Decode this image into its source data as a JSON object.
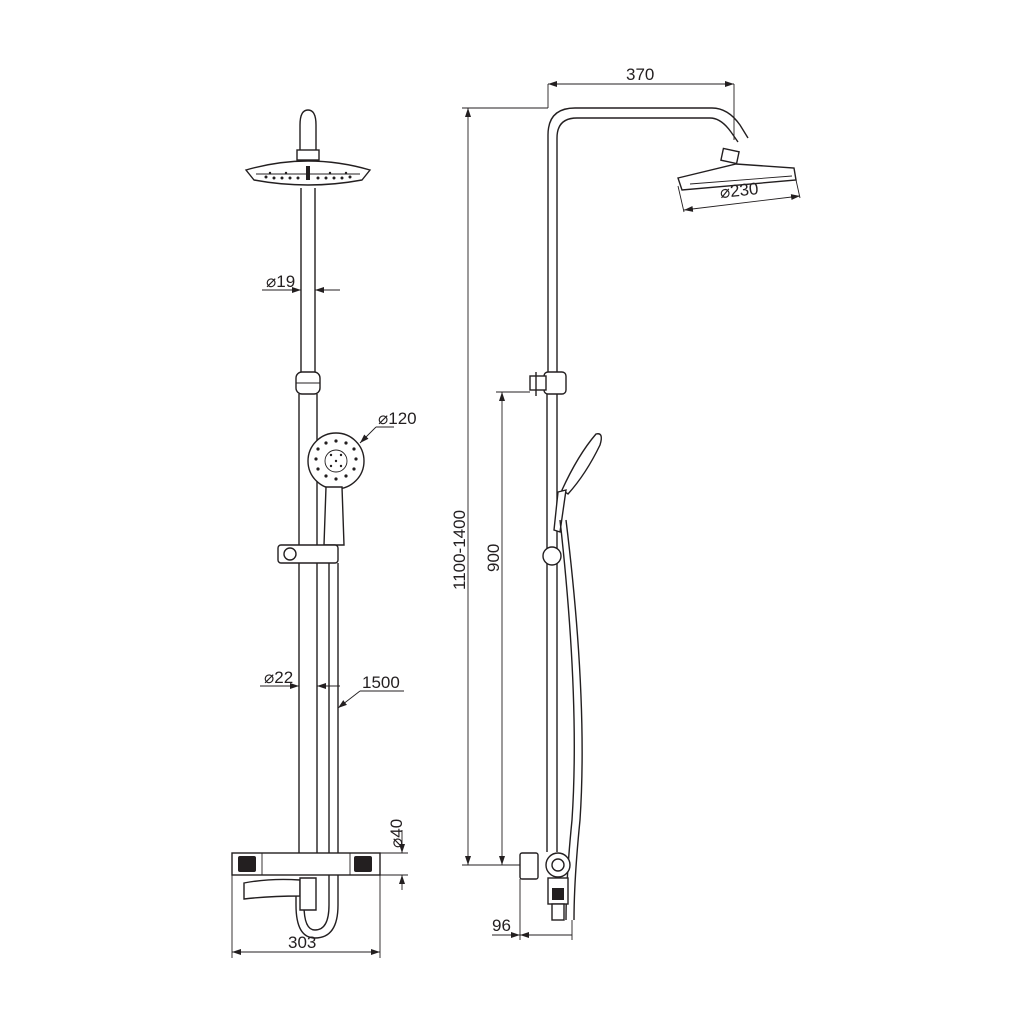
{
  "front_view": {
    "top_pipe_diameter": "⌀19",
    "handshower_diameter": "⌀120",
    "lower_pipe_diameter": "⌀22",
    "hose_length": "1500",
    "mixer_height": "⌀40",
    "mixer_width": "303"
  },
  "side_view": {
    "arm_projection": "370",
    "overhead_diameter": "⌀230",
    "total_height": "1100-1400",
    "bracket_height": "900",
    "wall_offset": "96"
  }
}
